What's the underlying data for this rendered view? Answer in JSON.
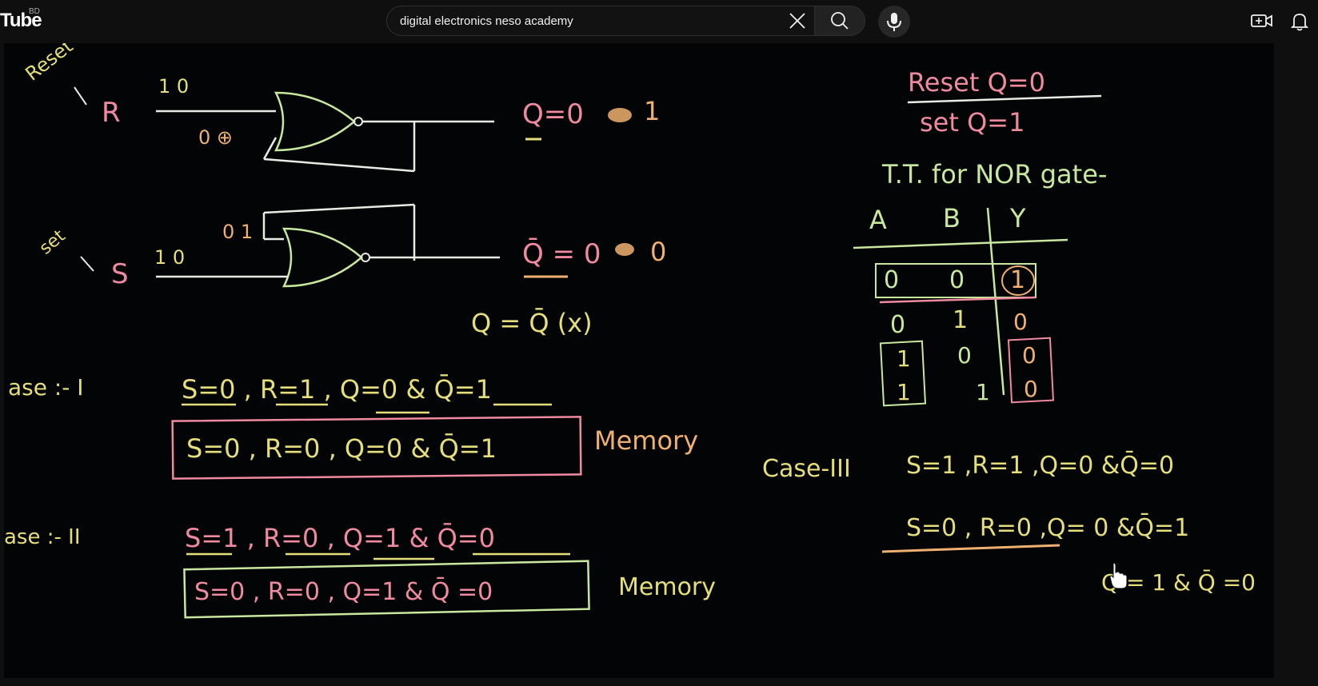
{
  "header": {
    "logo_text": "Tube",
    "logo_country": "BD",
    "search_value": "digital electronics neso academy",
    "icons": [
      "close-icon",
      "search-icon",
      "mic-icon",
      "create-video-icon",
      "bell-icon"
    ]
  },
  "board": {
    "colors": {
      "chalk_white": "#e8ece4",
      "green": "#c8e8a0",
      "pink": "#f08aa0",
      "yellow": "#e6de7a",
      "orange": "#f0b070"
    },
    "circuit": {
      "reset_word": "Reset",
      "r_label": "R",
      "r_values": "1 0",
      "r_gate_input": "0 ⊕",
      "q_out": "Q=0",
      "q_next": "1",
      "set_word": "set",
      "s_label": "S",
      "s_values": "1 0",
      "s_gate_input": "0 1",
      "qbar_out": "Q̄ = 0",
      "qbar_next": "0",
      "condition": "Q = Q̄ (x)"
    },
    "case1": {
      "label": "ase :- I",
      "line1": "S=0 ,  R=1 ,  Q=0  & Q̄=1",
      "boxed": "S=0 , R=0  ,  Q=0   & Q̄=1",
      "note": "Memory"
    },
    "case2": {
      "label": "ase :- II",
      "line1": "S=1 ,   R=0 , Q=1   & Q̄=0",
      "boxed": "S=0 ,  R=0 , Q=1   & Q̄ =0",
      "note": "Memory"
    },
    "reset_set": {
      "line1": "Reset   Q=0",
      "line2": "set    Q=1"
    },
    "truth_table": {
      "title": "T.T. for NOR gate-",
      "headers": [
        "A",
        "B",
        "Y"
      ],
      "rows": [
        [
          "0",
          "0",
          "1"
        ],
        [
          "0",
          "1",
          "0"
        ],
        [
          "1",
          "0",
          "0"
        ],
        [
          "1",
          "1",
          "0"
        ]
      ]
    },
    "case3": {
      "label": "Case-III",
      "line1": "S=1  ,R=1  ,Q=0  &Q̄=0",
      "line2": "S=0 , R=0  ,Q= 0 &Q̄=1",
      "line3": "Q = 1  & Q̄  =0"
    }
  }
}
